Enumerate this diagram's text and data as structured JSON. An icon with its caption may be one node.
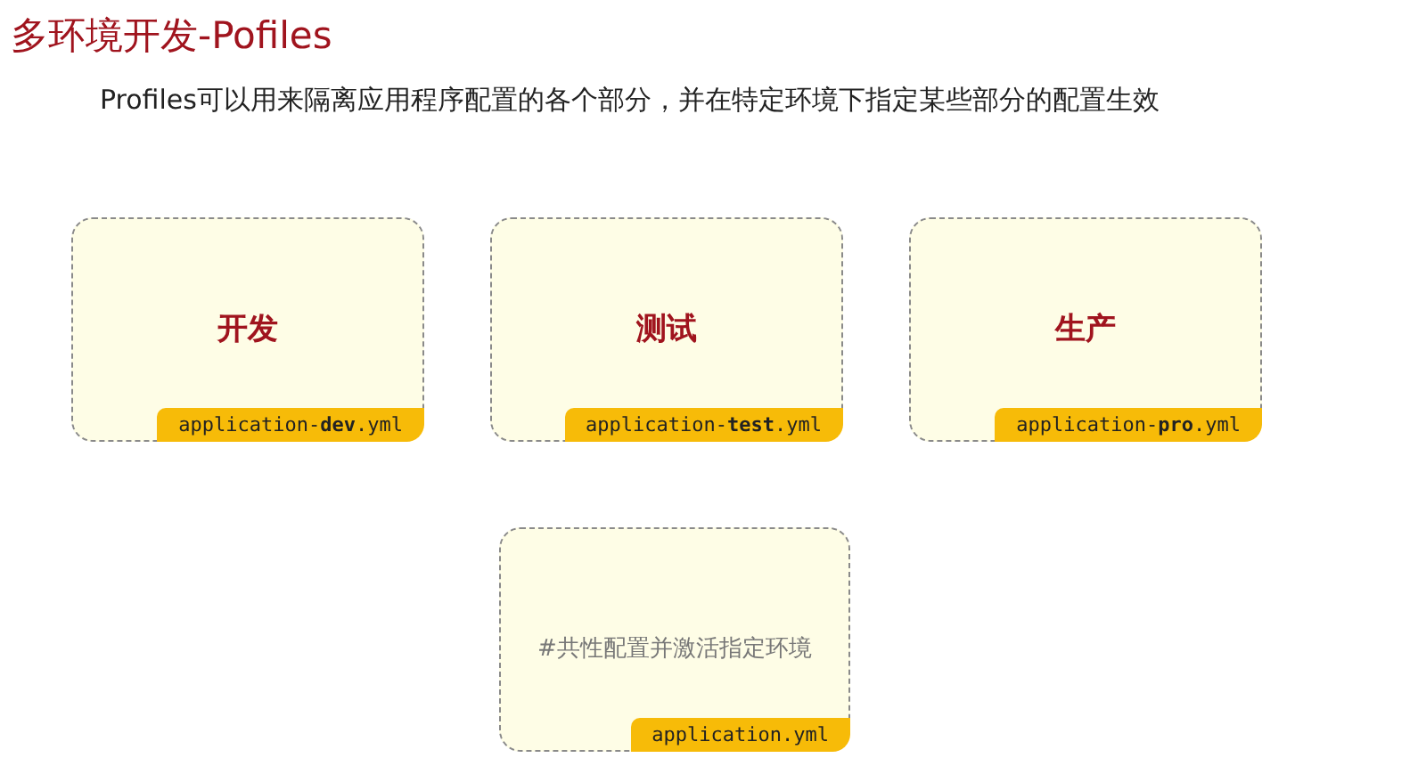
{
  "diagram": {
    "title": "多环境开发-Pofiles",
    "nodes": [
      {
        "text": [
          "开发",
          "application-**dev**.yml"
        ]
      },
      {
        "text": [
          "测试",
          "application-**test**.yml"
        ]
      },
      {
        "text": [
          "生产",
          "application-**pro**.yml"
        ]
      },
      {
        "text": [
          "#共性配置并激活指定环境",
          "application.yml"
        ]
      }
    ],
    "labels": [
      "Profiles可以用来隔离应用程序配置的各个部分，并在特定环境下指定某些部分的配置生效"
    ]
  }
}
